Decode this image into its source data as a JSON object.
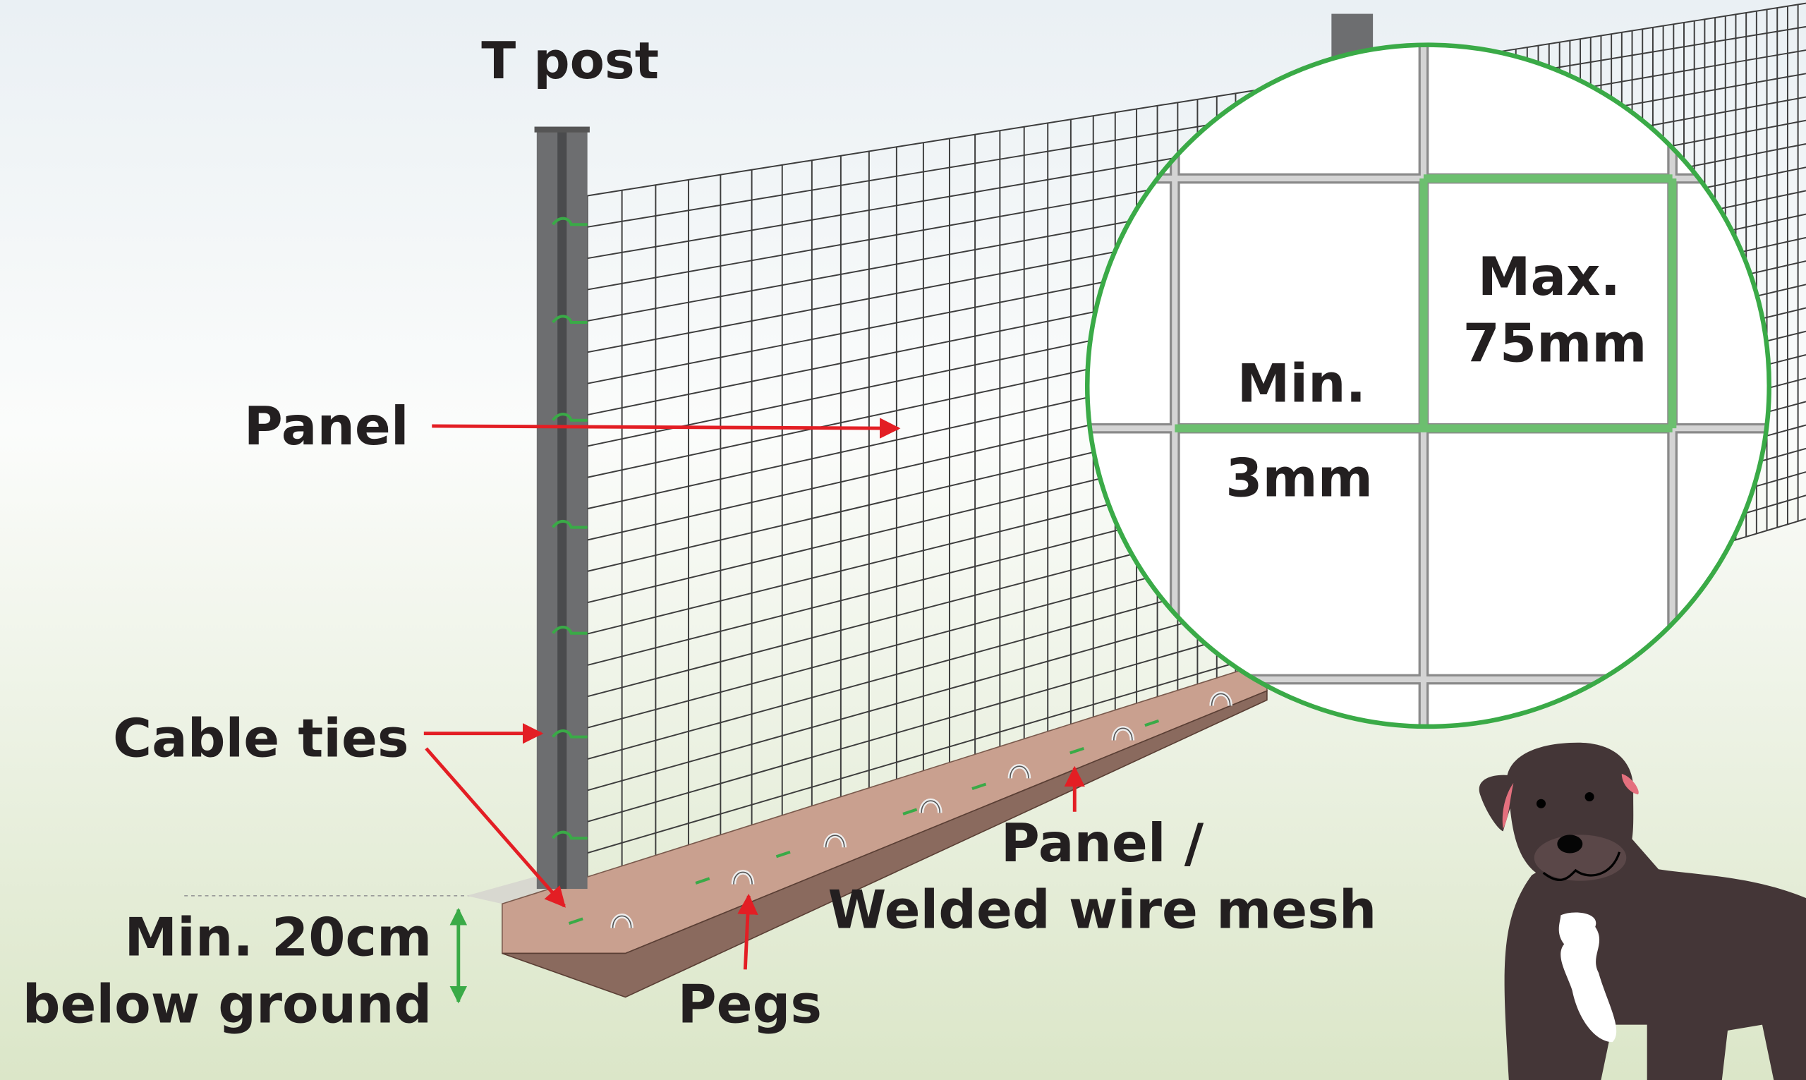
{
  "labels": {
    "t_post": "T post",
    "panel": "Panel",
    "cable_ties": "Cable ties",
    "min_depth_line1": "Min. 20cm",
    "min_depth_line2": "below ground",
    "pegs": "Pegs",
    "mesh_line1": "Panel /",
    "mesh_line2": "Welded wire mesh"
  },
  "detail": {
    "max_line1": "Max.",
    "max_line2": "75mm",
    "min_line1": "Min.",
    "min_line2": "3mm"
  },
  "colors": {
    "arrow": "#e31e24",
    "accent_green": "#3aaa47",
    "text": "#231f20",
    "post": "#6d6e70",
    "skirt": "#c9a08f",
    "dog": "#443637"
  }
}
